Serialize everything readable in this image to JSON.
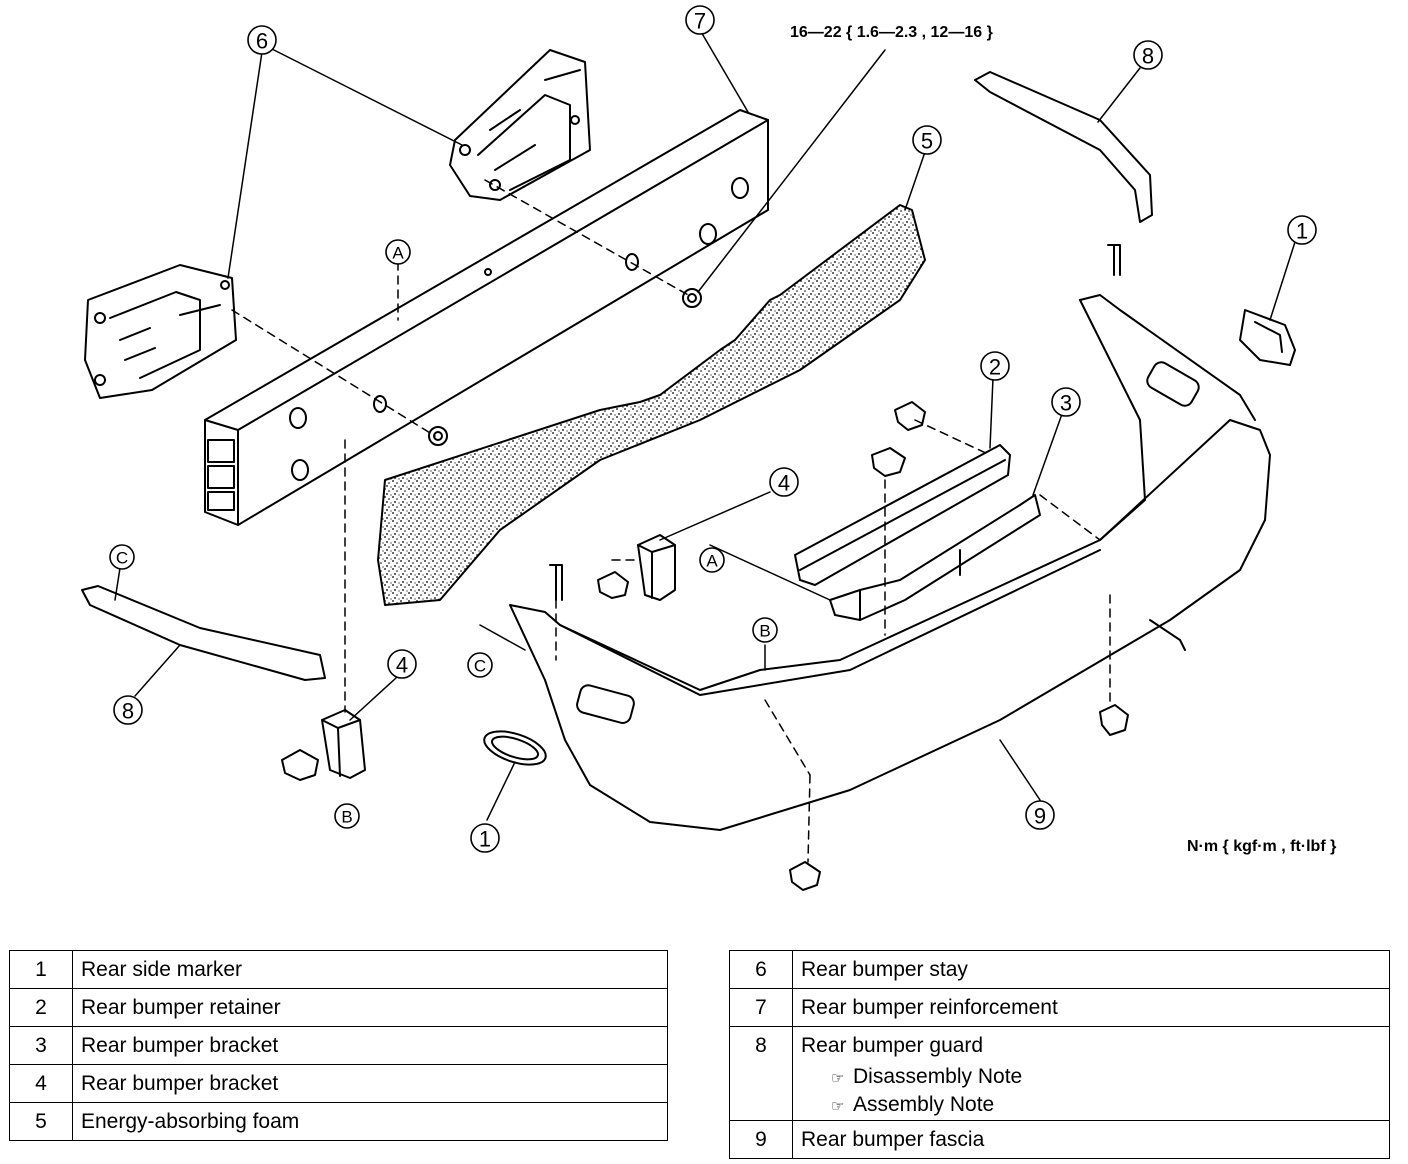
{
  "torque_spec": "16—22 { 1.6—2.3 , 12—16 }",
  "units_note": "N·m { kgf·m , ft·lbf }",
  "callouts": {
    "c1a": "1",
    "c1b": "1",
    "c2": "2",
    "c3": "3",
    "c4a": "4",
    "c4b": "4",
    "c5": "5",
    "c6": "6",
    "c7": "7",
    "c8a": "8",
    "c8b": "8",
    "c9": "9",
    "refA1": "A",
    "refA2": "A",
    "refB1": "B",
    "refB2": "B",
    "refC1": "C",
    "refC2": "C"
  },
  "legend_left": [
    {
      "num": "1",
      "label": "Rear side marker"
    },
    {
      "num": "2",
      "label": "Rear bumper retainer"
    },
    {
      "num": "3",
      "label": "Rear bumper bracket"
    },
    {
      "num": "4",
      "label": "Rear bumper bracket"
    },
    {
      "num": "5",
      "label": "Energy-absorbing foam"
    }
  ],
  "legend_right": [
    {
      "num": "6",
      "label": "Rear bumper stay"
    },
    {
      "num": "7",
      "label": "Rear bumper reinforcement"
    },
    {
      "num": "8",
      "label": "Rear bumper guard",
      "notes": [
        "Disassembly Note",
        "Assembly Note"
      ]
    },
    {
      "num": "9",
      "label": "Rear bumper fascia"
    }
  ],
  "note_icon": "pointing-hand-icon"
}
